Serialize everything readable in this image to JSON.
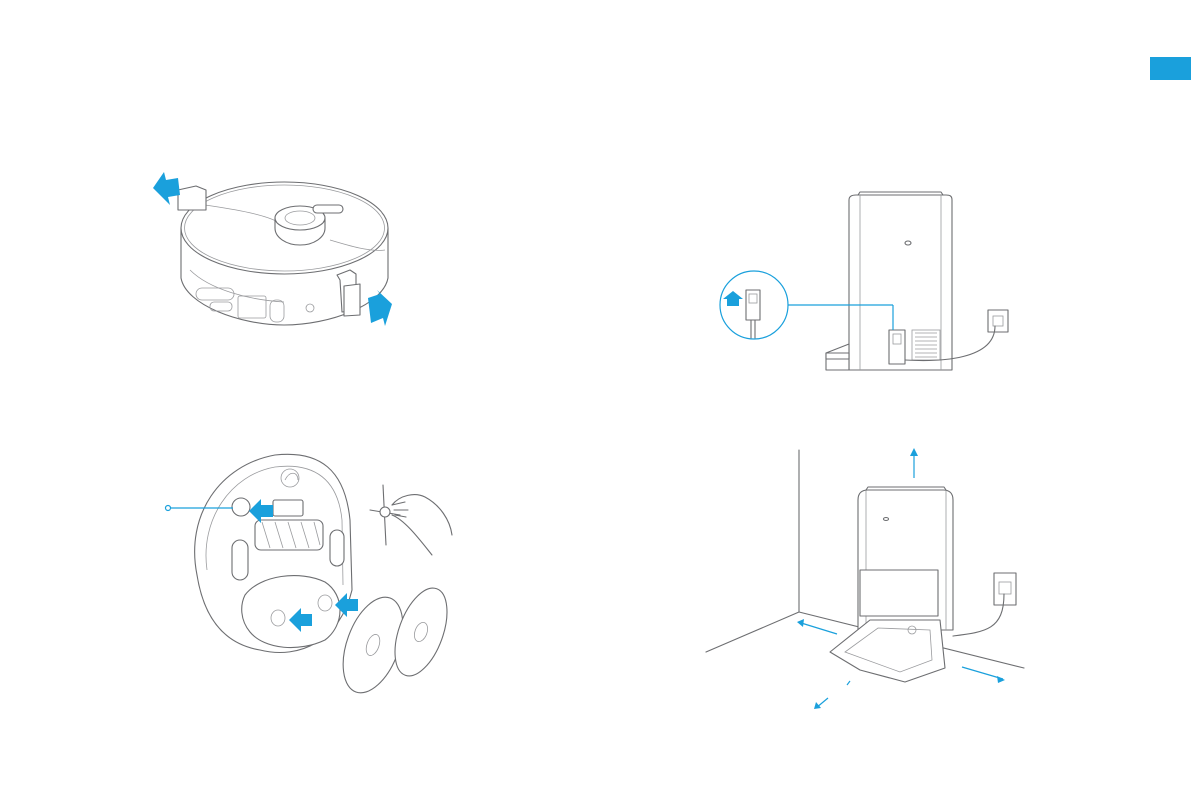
{
  "manual_page": {
    "language_tab_color": "#1aa0dc",
    "accent_color": "#1aa0dc",
    "line_color": "#6d6e71"
  },
  "illustrations": [
    {
      "id": "robot-remove-protective-strips",
      "icon": "robot-vacuum-top-icon"
    },
    {
      "id": "dock-connect-power-cord",
      "icon": "dock-back-icon"
    },
    {
      "id": "robot-install-side-brush-and-mop-pads",
      "icon": "robot-vacuum-bottom-icon"
    },
    {
      "id": "dock-placement-clearance",
      "icon": "dock-front-icon"
    }
  ]
}
